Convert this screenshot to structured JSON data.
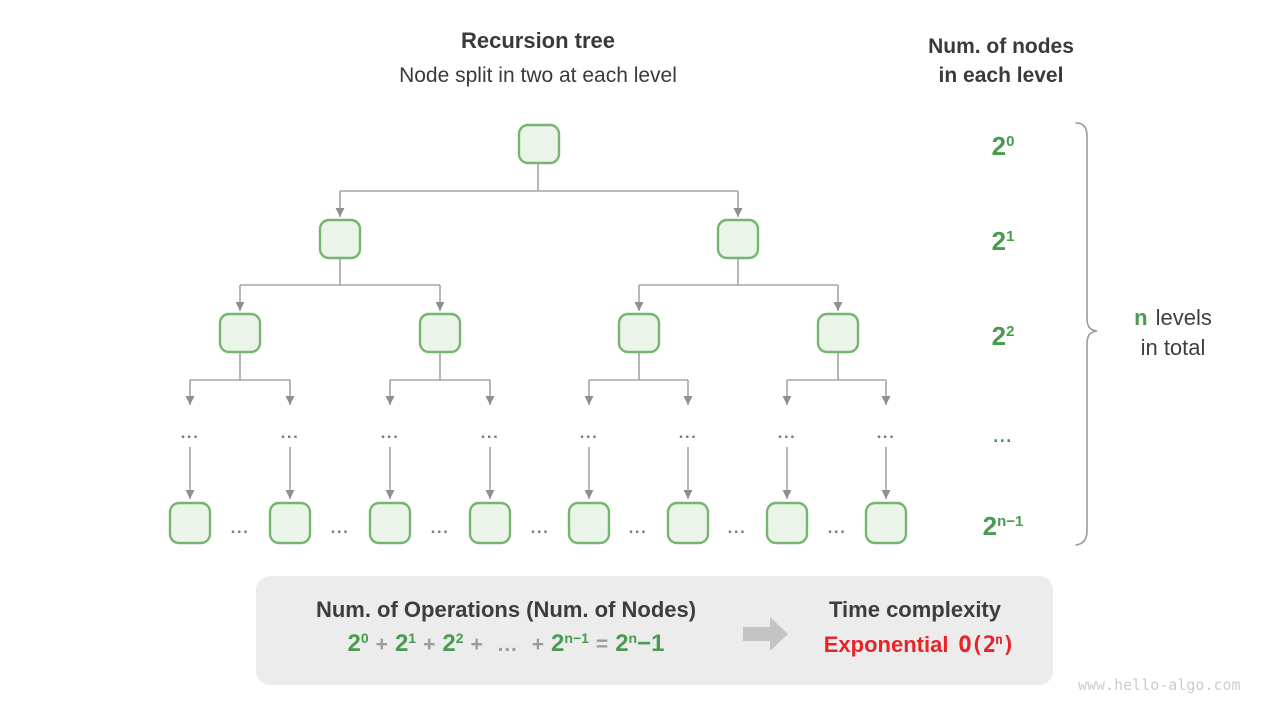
{
  "header": {
    "title": "Recursion tree",
    "subtitle": "Node split in two at each level"
  },
  "right_header": {
    "line1": "Num. of nodes",
    "line2": "in each level"
  },
  "levels_column": {
    "labels": [
      {
        "base": "2",
        "sup": "0"
      },
      {
        "base": "2",
        "sup": "1"
      },
      {
        "base": "2",
        "sup": "2"
      },
      {
        "base": "...",
        "sup": ""
      },
      {
        "base": "2",
        "sup": "n−1"
      }
    ]
  },
  "brace_note": {
    "n": "n",
    "line1_rest": "levels",
    "line2": "in total"
  },
  "tree": {
    "ellipsis": "..."
  },
  "summary_box": {
    "left_title": "Num. of Operations (Num. of Nodes)",
    "formula": {
      "parts": [
        {
          "t": "2",
          "s": "0"
        },
        {
          "t": "+"
        },
        {
          "t": "2",
          "s": "1"
        },
        {
          "t": "+"
        },
        {
          "t": "2",
          "s": "2"
        },
        {
          "t": "+"
        },
        {
          "t": "…"
        },
        {
          "t": "+"
        },
        {
          "t": "2",
          "s": "n−1"
        },
        {
          "t": "="
        },
        {
          "t": "2",
          "s": "n",
          "tail": "−1"
        }
      ]
    },
    "right_title": "Time complexity",
    "complexity_word": "Exponential",
    "complexity_big_o": {
      "pre": "O(2",
      "sup": "n",
      "post": ")"
    }
  },
  "watermark": "www.hello-algo.com",
  "colors": {
    "node_fill": "#ebf4e8",
    "node_border": "#76b56f",
    "accent_green": "#4a9b50",
    "accent_red": "#e8232a",
    "edge_gray": "#a5a5a5",
    "box_gray": "#ececec"
  }
}
